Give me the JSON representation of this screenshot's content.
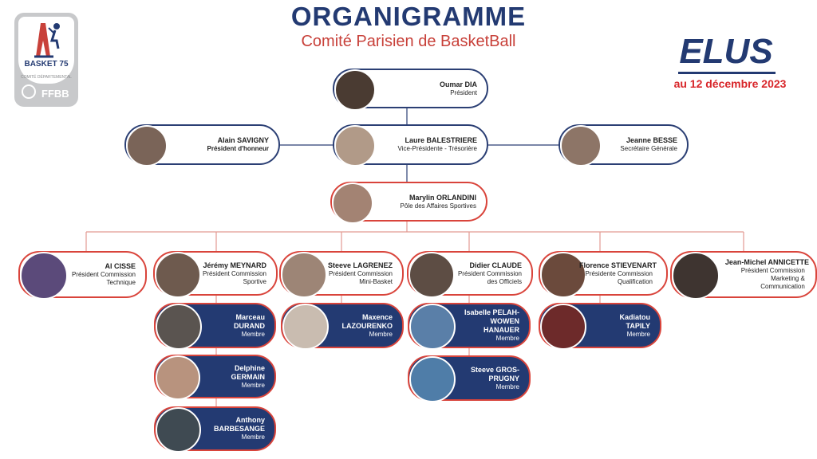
{
  "header": {
    "title": "ORGANIGRAMME",
    "subtitle": "Comité Parisien de BasketBall",
    "elus": "ELUS",
    "date": "au 12 décembre 2023"
  },
  "logo": {
    "name": "BASKET 75",
    "sub": "COMITÉ DÉPARTEMENTAL",
    "federation": "FFBB"
  },
  "people": {
    "dia": {
      "name": "Oumar DIA",
      "role": "Président"
    },
    "savigny": {
      "name": "Alain SAVIGNY",
      "role": "Président d'honneur"
    },
    "balestriere": {
      "name": "Laure BALESTRIERE",
      "role": "Vice-Présidente - Trésorière"
    },
    "besse": {
      "name": "Jeanne BESSE",
      "role": "Secrétaire Générale"
    },
    "orlandini": {
      "name": "Marylin ORLANDINI",
      "role": "Pôle des Affaires Sportives"
    },
    "cisse": {
      "name": "Al CISSE",
      "role": "Président Commission Technique"
    },
    "meynard": {
      "name": "Jérémy MEYNARD",
      "role": "Président Commission Sportive"
    },
    "lagrenez": {
      "name": "Steeve LAGRENEZ",
      "role": "Président Commission Mini-Basket"
    },
    "claude": {
      "name": "Didier CLAUDE",
      "role": "Président Commission des Officiels"
    },
    "stievenart": {
      "name": "Florence STIEVENART",
      "role": "Présidente Commission Qualification"
    },
    "annicette": {
      "name": "Jean-Michel ANNICETTE",
      "role": "Président Commission Marketing & Communication"
    },
    "durand": {
      "name": "Marceau DURAND",
      "role": "Membre"
    },
    "germain": {
      "name": "Delphine GERMAIN",
      "role": "Membre"
    },
    "barbesange": {
      "name": "Anthony BARBESANGE",
      "role": "Membre"
    },
    "lazourenko": {
      "name": "Maxence LAZOURENKO",
      "role": "Membre"
    },
    "pelah": {
      "name": "Isabelle PELAH-WOWEN HANAUER",
      "role": "Membre"
    },
    "gros": {
      "name": "Steeve GROS-PRUGNY",
      "role": "Membre"
    },
    "tapily": {
      "name": "Kadiatou TAPILY",
      "role": "Membre"
    }
  },
  "colors": {
    "navy": "#233a72",
    "red": "#d9443b",
    "title_red": "#c8413a",
    "date_red": "#d8262a"
  }
}
